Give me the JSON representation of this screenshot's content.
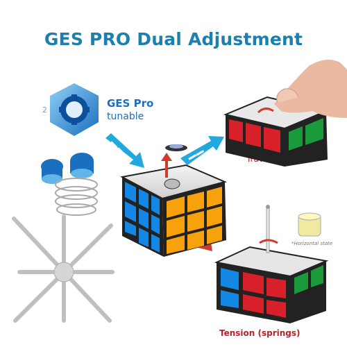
{
  "title": "GES PRO Dual Adjustment",
  "ges": {
    "label": "GES Pro",
    "sub": "tunable",
    "number": "2"
  },
  "annotations": {
    "travel": "Travel distance",
    "tension": "Tension (springs)",
    "horizontal": "*Horizontal state"
  },
  "colors": {
    "title": "#1d7fae",
    "travel": "#b8222a",
    "tension": "#b8222a",
    "blue_arrow": "#21a8dc",
    "red_arrow": "#d23a2c",
    "ges_blue": "#1a6fbf",
    "ges_light": "#63b4e8"
  },
  "icons": [
    "ges-hex-icon",
    "blue-arrow-icon",
    "red-arrow-icon",
    "rubiks-cube-icon",
    "spring-icon",
    "core-spider-icon",
    "hand-icon"
  ]
}
